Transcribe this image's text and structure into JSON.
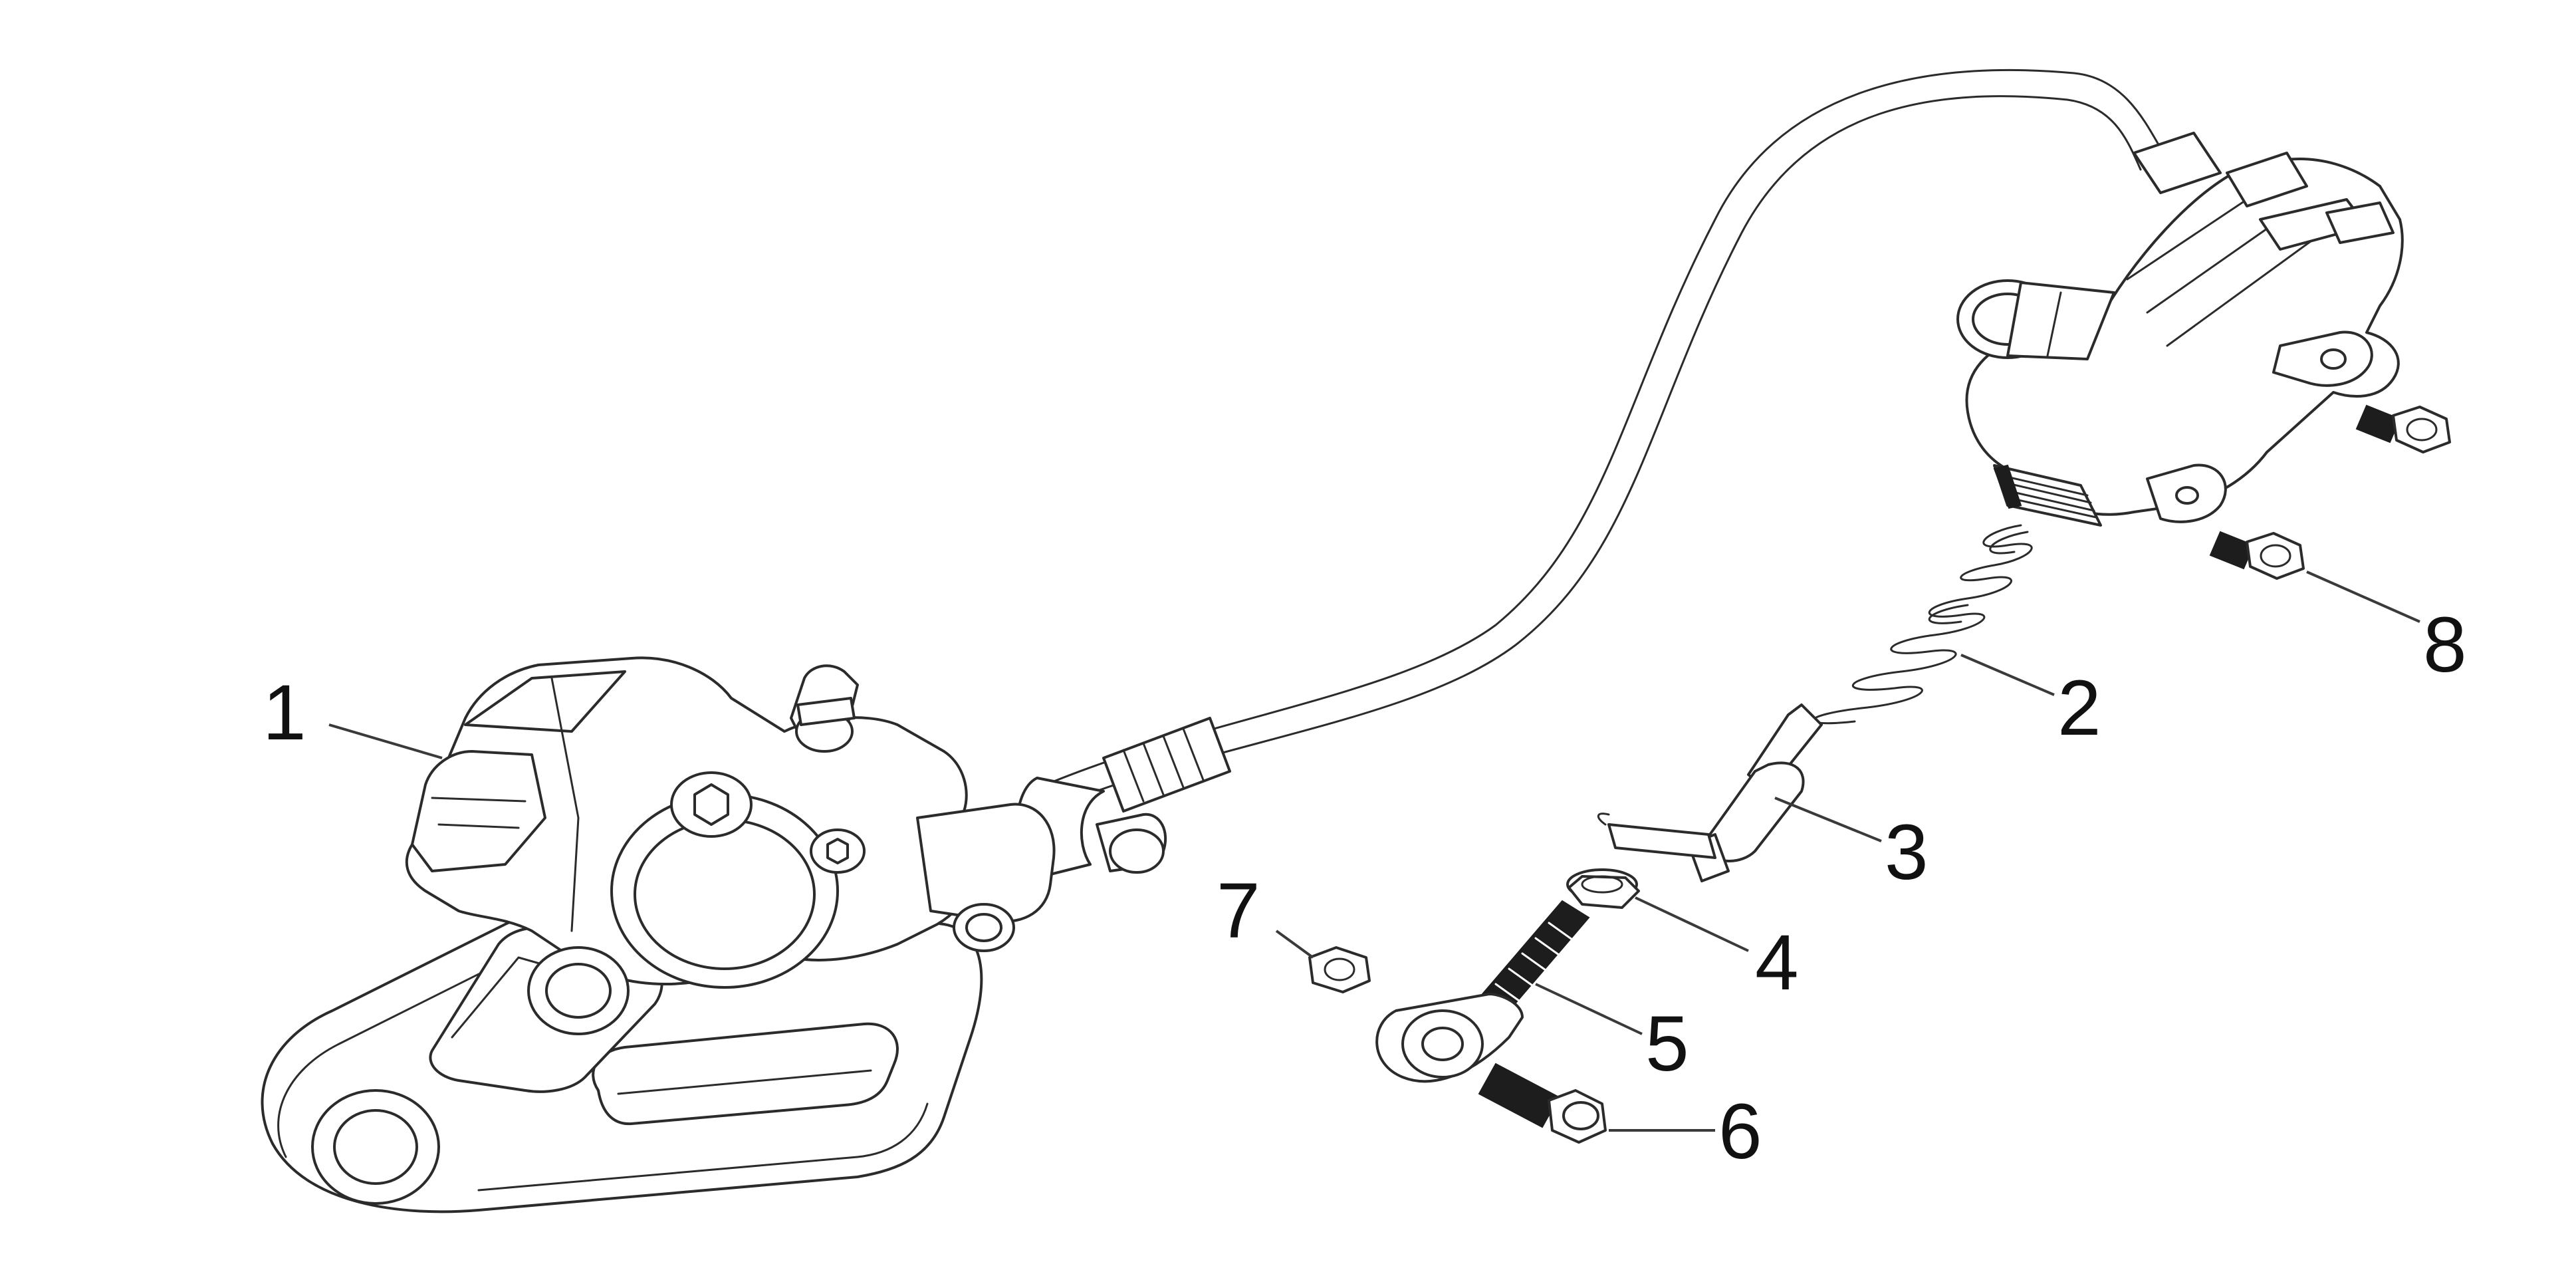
{
  "diagram": {
    "callouts": [
      {
        "id": "1",
        "label": "1"
      },
      {
        "id": "2",
        "label": "2"
      },
      {
        "id": "3",
        "label": "3"
      },
      {
        "id": "4",
        "label": "4"
      },
      {
        "id": "5",
        "label": "5"
      },
      {
        "id": "6",
        "label": "6"
      },
      {
        "id": "7",
        "label": "7"
      },
      {
        "id": "8",
        "label": "8"
      }
    ],
    "colors": {
      "line": "#2b2b2b",
      "background": "#ffffff"
    }
  }
}
